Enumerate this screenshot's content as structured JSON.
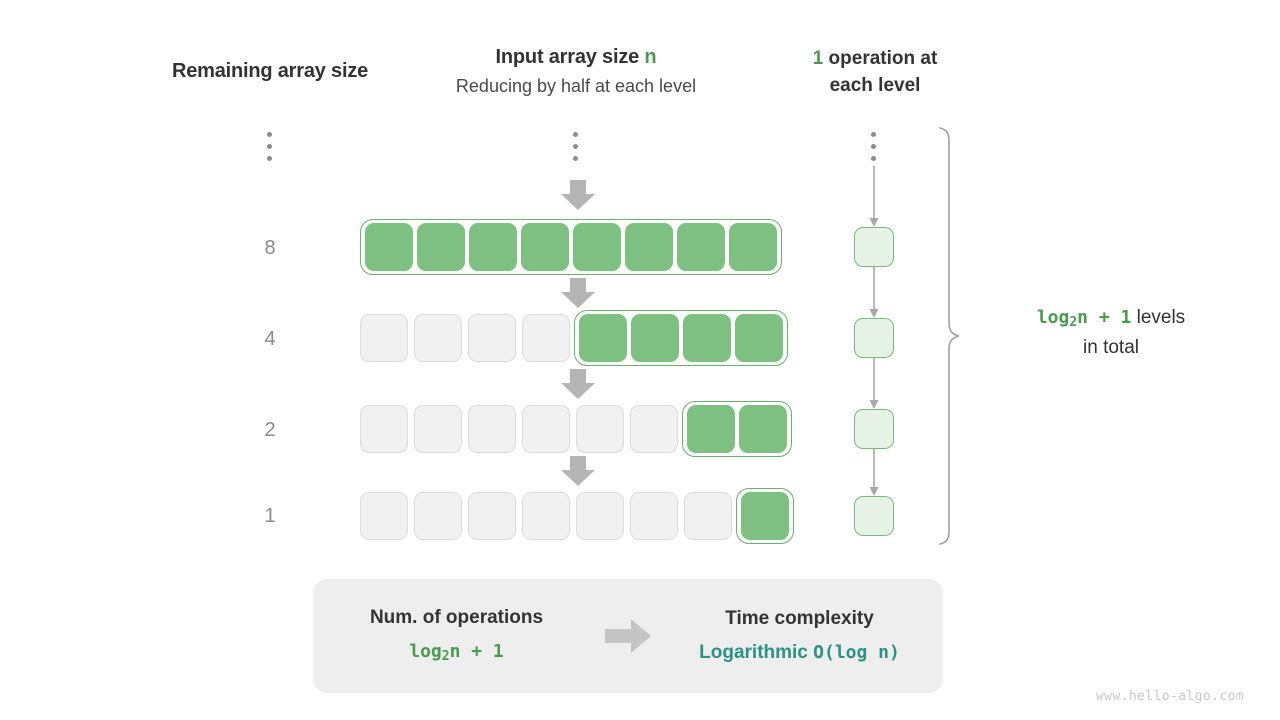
{
  "headers": {
    "left": "Remaining array size",
    "mid_title_prefix": "Input array size ",
    "mid_title_accent": "n",
    "mid_subtitle": "Reducing by half at each level",
    "right_accent": "1",
    "right_line1": " operation at",
    "right_line2": "each level"
  },
  "ellipsis_icon": "vertical-ellipsis",
  "rows": [
    {
      "label": "8",
      "total_cells": 8,
      "filled": 8,
      "empty": 0
    },
    {
      "label": "4",
      "total_cells": 8,
      "filled": 4,
      "empty": 4
    },
    {
      "label": "2",
      "total_cells": 8,
      "filled": 2,
      "empty": 6
    },
    {
      "label": "1",
      "total_cells": 8,
      "filled": 1,
      "empty": 7
    }
  ],
  "operations": {
    "count_per_level": 1,
    "boxes": 4
  },
  "total": {
    "formula_main": "log",
    "formula_sub": "2",
    "formula_rest": "n + 1",
    "text_after": "  levels",
    "text_line2": "in total"
  },
  "summary": {
    "left_title": "Num. of operations",
    "left_formula_main": "log",
    "left_formula_sub": "2",
    "left_formula_rest": "n + 1",
    "right_title": "Time complexity",
    "right_word": "Logarithmic",
    "right_notation": "O(log n)",
    "arrow_icon": "right-arrow-icon"
  },
  "watermark": "www.hello-algo.com",
  "colors": {
    "green_fill": "#7ec082",
    "green_border": "#6ab16f",
    "green_accent": "#4a9b52",
    "light_green_fill": "#e7f2e6",
    "empty_fill": "#f1f1f1",
    "empty_border": "#dcdcdc",
    "gray_arrow": "#b4b4b4",
    "teal": "#2d9183",
    "summary_bg": "#eeeeee",
    "watermark": "#c8c8c8"
  }
}
